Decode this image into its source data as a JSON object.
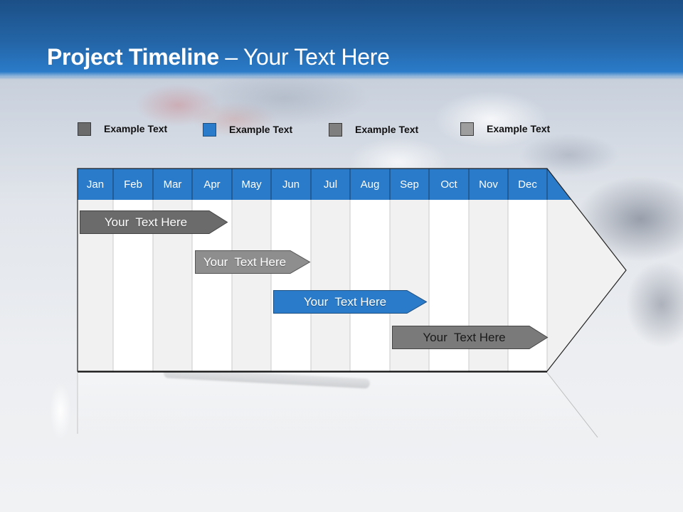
{
  "slide": {
    "title_bold": "Project Timeline",
    "title_rest": " – Your Text Here"
  },
  "colors": {
    "header_blue": "#2a7bc9",
    "month_blue": "#2a7bc9",
    "dark_gray": "#6b6b6b",
    "mid_gray": "#7f7f7f",
    "light_gray": "#8e8e8e",
    "lighter_gray": "#9e9e9e",
    "column_gray": "#f1f1f1",
    "column_white": "#ffffff"
  },
  "legend": [
    {
      "label": "Example Text",
      "color": "#6b6b6b"
    },
    {
      "label": "Example Text",
      "color": "#2a7bc9"
    },
    {
      "label": "Example Text",
      "color": "#7f7f7f"
    },
    {
      "label": "Example Text",
      "color": "#9e9e9e"
    }
  ],
  "months": [
    "Jan",
    "Feb",
    "Mar",
    "Apr",
    "May",
    "Jun",
    "Jul",
    "Aug",
    "Sep",
    "Oct",
    "Nov",
    "Dec"
  ],
  "tasks": [
    {
      "label": "Your  Text Here",
      "start": "Jan",
      "end": "Apr",
      "color": "#6b6b6b",
      "text_color": "#ffffff"
    },
    {
      "label": "Your  Text Here",
      "start": "Apr",
      "end": "Jun",
      "color": "#8e8e8e",
      "text_color": "#ffffff"
    },
    {
      "label": "Your  Text Here",
      "start": "Jun",
      "end": "Sep",
      "color": "#2a7bc9",
      "text_color": "#ffffff"
    },
    {
      "label": "Your  Text Here",
      "start": "Sep",
      "end": "Dec",
      "color": "#7a7a7a",
      "text_color": "#1a1a1a"
    }
  ]
}
